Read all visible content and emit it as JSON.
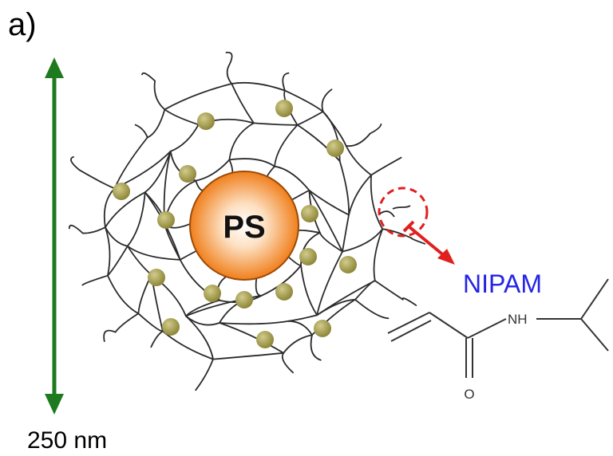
{
  "panel_label": "a)",
  "scale_label": "250 nm",
  "core_label": "PS",
  "monomer_label": "NIPAM",
  "molecule": {
    "amide_label": "NH",
    "oxygen_label": "O"
  },
  "colors": {
    "scale_arrow": "#1e7a1e",
    "core_outer": "#f07f1c",
    "core_inner": "#ffffff",
    "core_outline": "#9a4a08",
    "particle": "#9c9444",
    "particle_highlight": "#d2cc8c",
    "network": "#2b2b2b",
    "callout": "#e01f1f",
    "monomer_text": "#2424e8",
    "molecule": "#333333"
  }
}
